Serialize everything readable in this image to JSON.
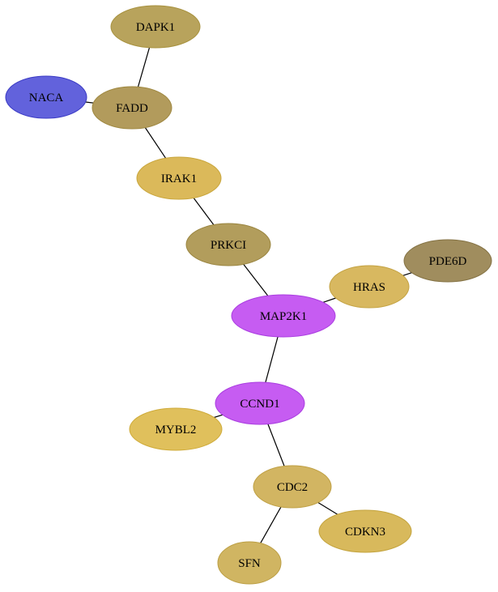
{
  "nodes": [
    {
      "id": "DAPK1",
      "label": "DAPK1",
      "fill": "#b8a35c",
      "stroke": "#a8923f"
    },
    {
      "id": "NACA",
      "label": "NACA",
      "fill": "#6262dc",
      "stroke": "#3a3ac4"
    },
    {
      "id": "FADD",
      "label": "FADD",
      "fill": "#b29b5c",
      "stroke": "#9f8840"
    },
    {
      "id": "IRAK1",
      "label": "IRAK1",
      "fill": "#dbb95a",
      "stroke": "#c9a63c"
    },
    {
      "id": "PRKCI",
      "label": "PRKCI",
      "fill": "#b29d5c",
      "stroke": "#9a8540"
    },
    {
      "id": "PDE6D",
      "label": "PDE6D",
      "fill": "#a08d5e",
      "stroke": "#857345"
    },
    {
      "id": "HRAS",
      "label": "HRAS",
      "fill": "#d8b860",
      "stroke": "#c4a343"
    },
    {
      "id": "MAP2K1",
      "label": "MAP2K1",
      "fill": "#c65cf2",
      "stroke": "#aa3ee0"
    },
    {
      "id": "CCND1",
      "label": "CCND1",
      "fill": "#c65cf2",
      "stroke": "#aa3ee0"
    },
    {
      "id": "MYBL2",
      "label": "MYBL2",
      "fill": "#e0c05c",
      "stroke": "#cfab3a"
    },
    {
      "id": "CDC2",
      "label": "CDC2",
      "fill": "#d2b562",
      "stroke": "#bfa044"
    },
    {
      "id": "CDKN3",
      "label": "CDKN3",
      "fill": "#d8b95c",
      "stroke": "#c4a43e"
    },
    {
      "id": "SFN",
      "label": "SFN",
      "fill": "#d0b562",
      "stroke": "#bc9f44"
    }
  ],
  "edges": [
    [
      "DAPK1",
      "FADD"
    ],
    [
      "NACA",
      "FADD"
    ],
    [
      "FADD",
      "IRAK1"
    ],
    [
      "IRAK1",
      "PRKCI"
    ],
    [
      "PRKCI",
      "MAP2K1"
    ],
    [
      "HRAS",
      "PDE6D"
    ],
    [
      "MAP2K1",
      "HRAS"
    ],
    [
      "MAP2K1",
      "CCND1"
    ],
    [
      "CCND1",
      "MYBL2"
    ],
    [
      "CCND1",
      "CDC2"
    ],
    [
      "CDC2",
      "CDKN3"
    ],
    [
      "CDC2",
      "SFN"
    ]
  ]
}
